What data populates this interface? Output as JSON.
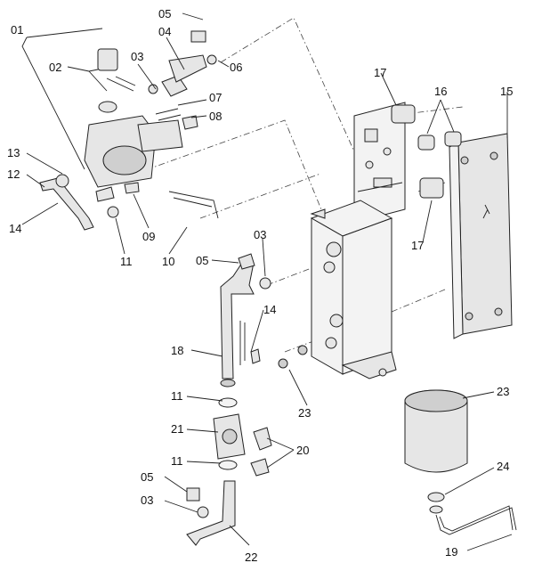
{
  "callouts": [
    {
      "id": "c-05a",
      "text": "05"
    },
    {
      "id": "c-04",
      "text": "04"
    },
    {
      "id": "c-06",
      "text": "06"
    },
    {
      "id": "c-01",
      "text": "01"
    },
    {
      "id": "c-02",
      "text": "02"
    },
    {
      "id": "c-03a",
      "text": "03"
    },
    {
      "id": "c-07",
      "text": "07"
    },
    {
      "id": "c-08",
      "text": "08"
    },
    {
      "id": "c-13",
      "text": "13"
    },
    {
      "id": "c-12",
      "text": "12"
    },
    {
      "id": "c-14a",
      "text": "14"
    },
    {
      "id": "c-09",
      "text": "09"
    },
    {
      "id": "c-11a",
      "text": "11"
    },
    {
      "id": "c-10",
      "text": "10"
    },
    {
      "id": "c-17a",
      "text": "17"
    },
    {
      "id": "c-16",
      "text": "16"
    },
    {
      "id": "c-15",
      "text": "15"
    },
    {
      "id": "c-17b",
      "text": "17"
    },
    {
      "id": "c-03b",
      "text": "03"
    },
    {
      "id": "c-05b",
      "text": "05"
    },
    {
      "id": "c-14b",
      "text": "14"
    },
    {
      "id": "c-18",
      "text": "18"
    },
    {
      "id": "c-11b",
      "text": "11"
    },
    {
      "id": "c-23a",
      "text": "23"
    },
    {
      "id": "c-21",
      "text": "21"
    },
    {
      "id": "c-20",
      "text": "20"
    },
    {
      "id": "c-11c",
      "text": "11"
    },
    {
      "id": "c-23b",
      "text": "23"
    },
    {
      "id": "c-24",
      "text": "24"
    },
    {
      "id": "c-05c",
      "text": "05"
    },
    {
      "id": "c-03c",
      "text": "03"
    },
    {
      "id": "c-22",
      "text": "22"
    },
    {
      "id": "c-19",
      "text": "19"
    }
  ]
}
